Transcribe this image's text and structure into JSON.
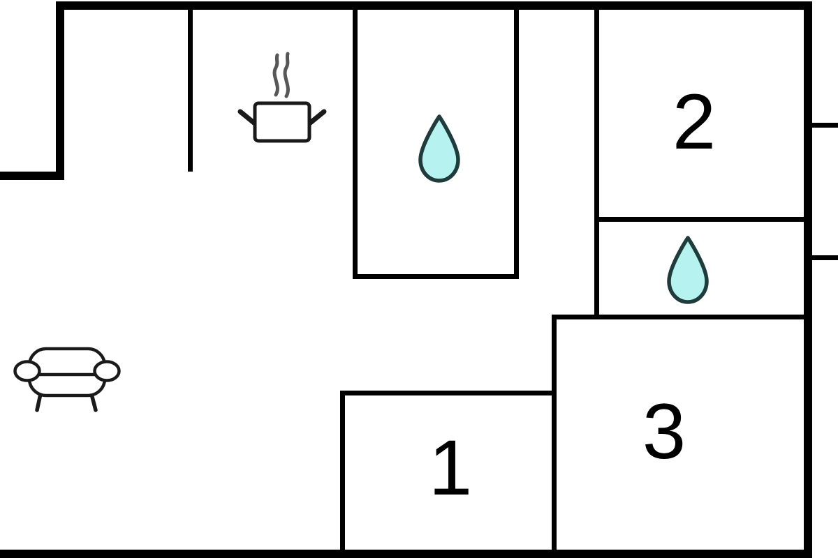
{
  "floor_plan": {
    "type": "apartment-floor-plan",
    "rooms": [
      {
        "id": "room-1",
        "label": "1"
      },
      {
        "id": "room-2",
        "label": "2"
      },
      {
        "id": "room-3",
        "label": "3"
      }
    ],
    "icons": [
      {
        "name": "cooking-pot-icon",
        "location": "kitchen-area"
      },
      {
        "name": "steam-icon",
        "location": "kitchen-area"
      },
      {
        "name": "water-drop-icon",
        "location": "large-bathroom"
      },
      {
        "name": "water-drop-icon",
        "location": "small-bathroom"
      },
      {
        "name": "sofa-icon",
        "location": "living-area"
      }
    ],
    "colors": {
      "wall": "#000000",
      "background": "#ffffff",
      "drop_fill": "#b5f2f0",
      "drop_outline": "#1f3b3b",
      "icon_stroke": "#1a1a1a",
      "steam_stroke": "#575757",
      "label_color": "#000000"
    }
  }
}
